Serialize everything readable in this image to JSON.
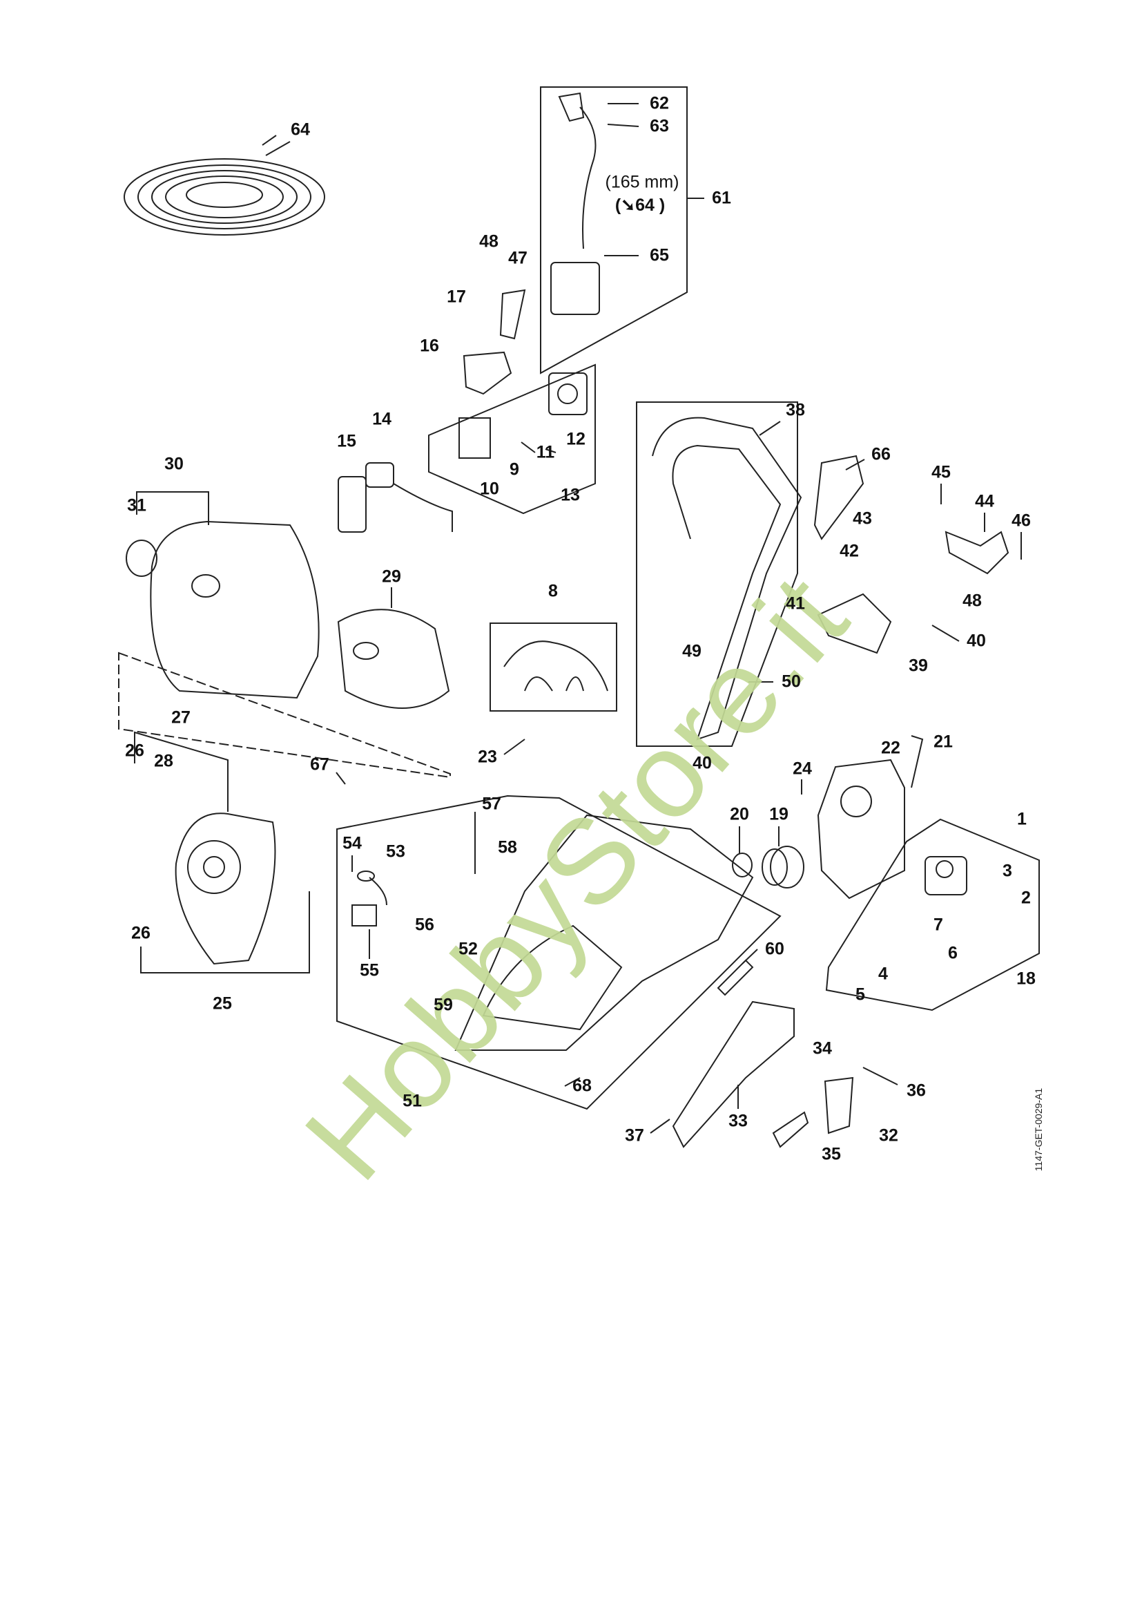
{
  "diagram": {
    "reference_code": "1147-GET-0029-A1",
    "watermark": "HobbyStore.it",
    "notes": {
      "length": "(165 mm)",
      "see_ref": "(➘64 )"
    },
    "labels": {
      "l64a": "64",
      "l62": "62",
      "l63": "63",
      "l61": "61",
      "l65": "65",
      "l48a": "48",
      "l47": "47",
      "l17": "17",
      "l16": "16",
      "l14": "14",
      "l15": "15",
      "l12": "12",
      "l11": "11",
      "l9": "9",
      "l10": "10",
      "l13": "13",
      "l38": "38",
      "l66": "66",
      "l45": "45",
      "l44": "44",
      "l46": "46",
      "l43": "43",
      "l42": "42",
      "l41": "41",
      "l48b": "48",
      "l40a": "40",
      "l39": "39",
      "l30": "30",
      "l31": "31",
      "l29": "29",
      "l8": "8",
      "l49": "49",
      "l50": "50",
      "l23": "23",
      "l40b": "40",
      "l22": "22",
      "l21": "21",
      "l24": "24",
      "l27": "27",
      "l26a": "26",
      "l28": "28",
      "l67": "67",
      "l26b": "26",
      "l25": "25",
      "l20": "20",
      "l19": "19",
      "l1": "1",
      "l3": "3",
      "l2": "2",
      "l7": "7",
      "l6": "6",
      "l4": "4",
      "l5": "5",
      "l18": "18",
      "l54": "54",
      "l53": "53",
      "l57": "57",
      "l58": "58",
      "l56": "56",
      "l52": "52",
      "l55": "55",
      "l59": "59",
      "l60": "60",
      "l51": "51",
      "l68": "68",
      "l34": "34",
      "l36": "36",
      "l33": "33",
      "l37": "37",
      "l32": "32",
      "l35": "35"
    }
  }
}
